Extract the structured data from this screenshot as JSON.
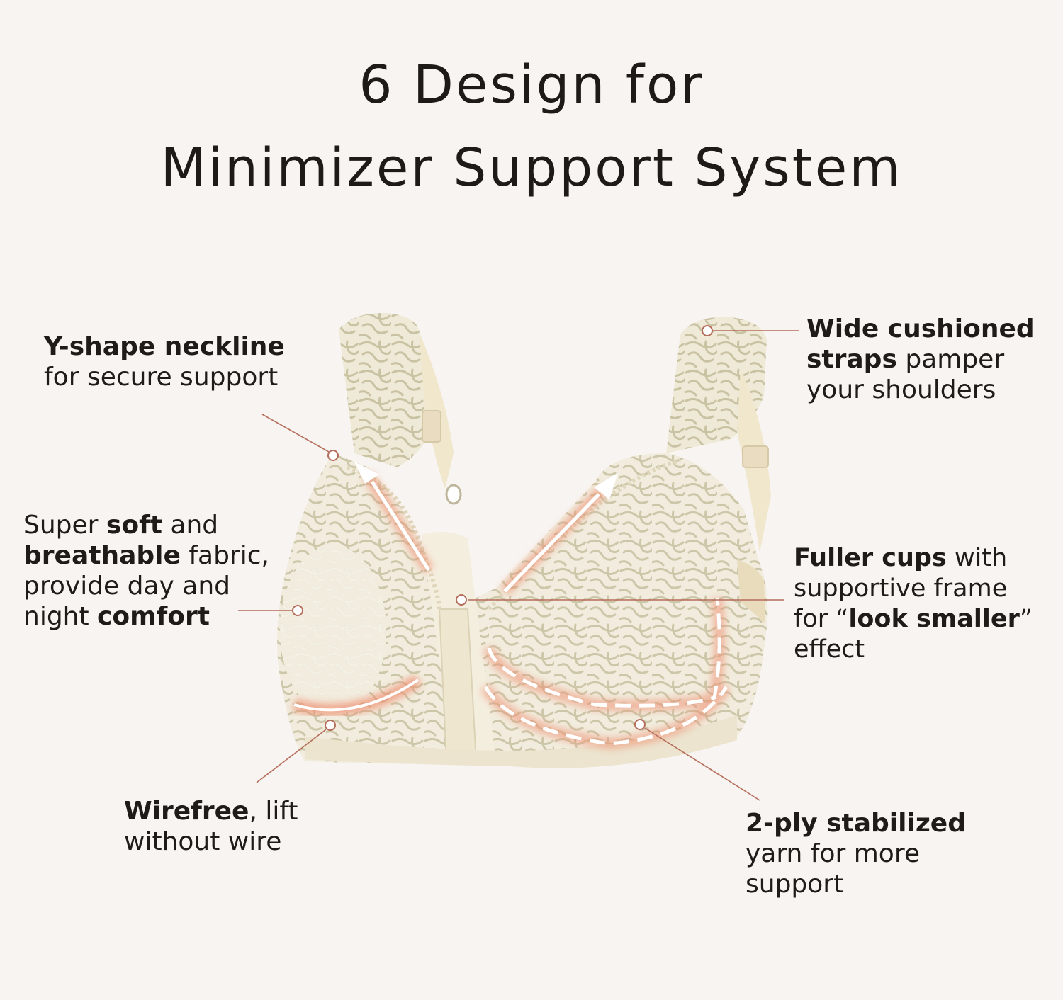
{
  "title": {
    "line1": "6 Design for",
    "line2": "Minimizer Support System"
  },
  "callouts": {
    "neckline": {
      "bold1": "Y-shape neckline",
      "text1": "for secure support"
    },
    "fabric": {
      "text1": "Super ",
      "bold1": "soft",
      "text2": " and",
      "bold2": "breathable",
      "text3": " fabric,",
      "text4": "provide day and",
      "text5": "night ",
      "bold3": "comfort"
    },
    "wirefree": {
      "bold1": "Wirefree",
      "text1": ", lift",
      "text2": "without wire"
    },
    "straps": {
      "bold1": "Wide cushioned",
      "bold2": "straps",
      "text1": " pamper",
      "text2": "your shoulders"
    },
    "cups": {
      "bold1": "Fuller cups",
      "text1": " with",
      "text2": "supportive frame",
      "text3": "for “",
      "bold2": "look smaller",
      "text4": "”",
      "text5": "effect"
    },
    "yarn": {
      "bold1": "2-ply stabilized",
      "text1": "yarn for more",
      "text2": "support"
    }
  },
  "colors": {
    "background": "#f8f4f1",
    "fabric": "#f0ebdc",
    "lace_pattern": "#c9c3a4",
    "accent": "#ef8d6e",
    "leader_line": "#b56d5b"
  }
}
